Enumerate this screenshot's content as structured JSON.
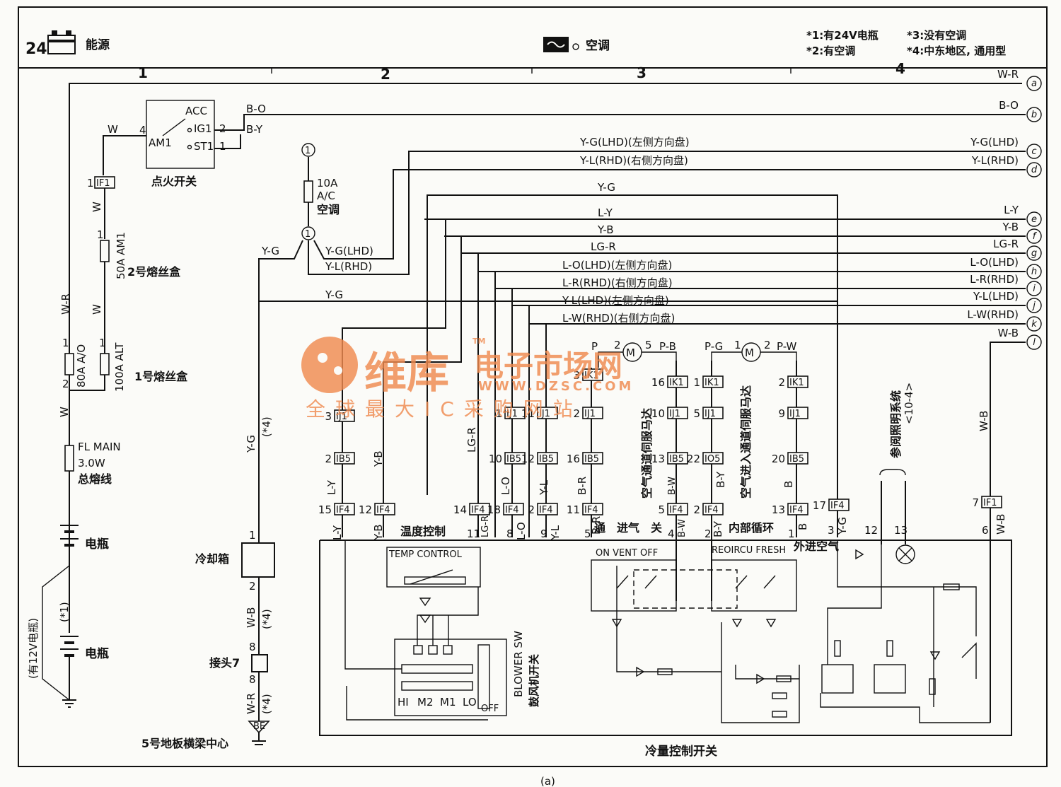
{
  "header": {
    "page_number": "24",
    "system_left": "能源",
    "system_center": "空调",
    "notes": [
      "*1:有24V电瓶",
      "*2:有空调",
      "*3:没有空调",
      "*4:中东地区, 通用型"
    ]
  },
  "columns": [
    "1",
    "2",
    "3",
    "4"
  ],
  "watermark": {
    "brand": "维库",
    "tm": "TM",
    "title": "电子市场网",
    "url": "WWW.DZSC.COM",
    "slogan": "全球最大IC采购网站"
  },
  "left_power": {
    "ignition_switch": {
      "acc": "ACC",
      "ig1": "IG1",
      "st1": "ST1",
      "am1": "AM1",
      "pin4": "4",
      "pin2": "2",
      "pin1": "1",
      "label": "点火开关",
      "wire_in": "W",
      "wire_bo": "B-O",
      "wire_by": "B-Y"
    },
    "if1": {
      "pin": "1",
      "code": "IF1"
    },
    "fuse_am1": {
      "pin": "1",
      "rating": "50A AM1",
      "box": "2号熔丝盒"
    },
    "fuse_ao": {
      "pin1": "1",
      "pin2": "2",
      "rating": "80A A/O"
    },
    "fuse_alt": {
      "pin": "1",
      "rating": "100A ALT",
      "box": "1号熔丝盒"
    },
    "fl_main": {
      "name": "FL MAIN",
      "rating": "3.0W",
      "label": "总熔线"
    },
    "battery1": "电瓶",
    "battery2": "电瓶",
    "note_12v": "(有12V电瓶)",
    "note_star1": "(*1)",
    "wire_w": "W",
    "wire_wr": "W-R"
  },
  "fuse_ac": {
    "connector": "1",
    "rating": "10A",
    "name": "A/C",
    "label": "空调",
    "out_lhd": "Y-G(LHD)",
    "out_rhd": "Y-L(RHD)",
    "wire_yg": "Y-G"
  },
  "cooler_path": {
    "wire_yg": "Y-G",
    "note4": "(*4)",
    "cooler_box": "冷却箱",
    "pin1": "1",
    "pin2": "2",
    "wire_wb": "W-B",
    "junction": "接头7",
    "pin8a": "8",
    "pin8b": "8",
    "wire_wr": "W-R",
    "ground_code": "BE",
    "ground_label": "5号地板横梁中心"
  },
  "right_wires": [
    {
      "label": "W-R",
      "ref": "a"
    },
    {
      "label": "B-O",
      "ref": "b"
    },
    {
      "label": "Y-G(LHD)",
      "ref": "c"
    },
    {
      "label": "Y-L(RHD)",
      "ref": "d"
    },
    {
      "label": "L-Y",
      "ref": "e"
    },
    {
      "label": "Y-B",
      "ref": "f"
    },
    {
      "label": "LG-R",
      "ref": "g"
    },
    {
      "label": "L-O(LHD)",
      "ref": "h"
    },
    {
      "label": "L-R(RHD)",
      "ref": "i"
    },
    {
      "label": "Y-L(LHD)",
      "ref": "j"
    },
    {
      "label": "L-W(RHD)",
      "ref": "k"
    },
    {
      "label": "W-B",
      "ref": "l"
    }
  ],
  "mid_wires": [
    "Y-G(LHD)(左侧方向盘)",
    "Y-L(RHD)(右侧方向盘)",
    "Y-G",
    "L-Y",
    "Y-B",
    "LG-R",
    "L-O(LHD)(左侧方向盘)",
    "L-R(RHD)(右侧方向盘)",
    "Y-L(LHD)(左侧方向盘)",
    "L-W(RHD)(右侧方向盘)"
  ],
  "motors": {
    "vent": {
      "label": "空气通道伺服马达",
      "p": "P",
      "pin2": "2",
      "pin5": "5",
      "pb": "P-B"
    },
    "intake": {
      "label": "空气进入通道伺服马达",
      "pg": "P-G",
      "pin1": "1",
      "pin2": "2",
      "pw": "P-W"
    }
  },
  "connectors": {
    "ik1": "IK1",
    "ij1": "IJ1",
    "ib5": "IB5",
    "if4": "IF4",
    "io5": "IO5",
    "if1": "IF1"
  },
  "pins": {
    "ij1_left": "3",
    "ib5_left": "2",
    "ij1_b": "1",
    "ib5_b": "10",
    "ij1_c": "11",
    "ib5_c": "12",
    "ik1_a": "3",
    "ij1_d": "2",
    "ib5_d": "16",
    "ik1_b": "16",
    "ij1_e": "10",
    "ib5_e": "13",
    "ik1_c": "1",
    "ij1_f": "5",
    "io5": "22",
    "ik1_d": "2",
    "ij1_g": "9",
    "ib5_g": "20",
    "if4": [
      "15",
      "12",
      "14",
      "18",
      "2",
      "11",
      "5",
      "2",
      "13",
      "17"
    ],
    "if1_r": "7",
    "bottom": [
      "11",
      "8",
      "9",
      "5",
      "4",
      "2",
      "1",
      "3",
      "12",
      "13",
      "6"
    ]
  },
  "vertical_wires": [
    "L-Y",
    "Y-B",
    "LG-R",
    "L-O",
    "Y-L",
    "B-R",
    "B-W",
    "B-Y",
    "B",
    "Y-G",
    "W-B"
  ],
  "lower_labels": [
    "L-Y",
    "Y-B",
    "LG-R",
    "L-O",
    "Y-L",
    "B-R",
    "B-W",
    "B-Y",
    "B",
    "Y-G",
    "W-B"
  ],
  "control_panel": {
    "temp_cn": "温度控制",
    "temp_en": "TEMP CONTROL",
    "vent_cn": "通　进气　关",
    "vent_en": "ON VENT OFF",
    "recirc_cn": "内部循环",
    "recirc_en": "REOIRCU FRESH",
    "fresh_cn": "外进空气",
    "lighting": "参阅照明系统",
    "lighting_ref": "<10-4>",
    "blower_en": "BLOWER SW",
    "blower_cn": "鼓风机开关",
    "speeds": [
      "HI",
      "M2",
      "M1",
      "LO",
      "OFF"
    ],
    "bottom_label": "冷量控制开关"
  },
  "caption": "(a)"
}
